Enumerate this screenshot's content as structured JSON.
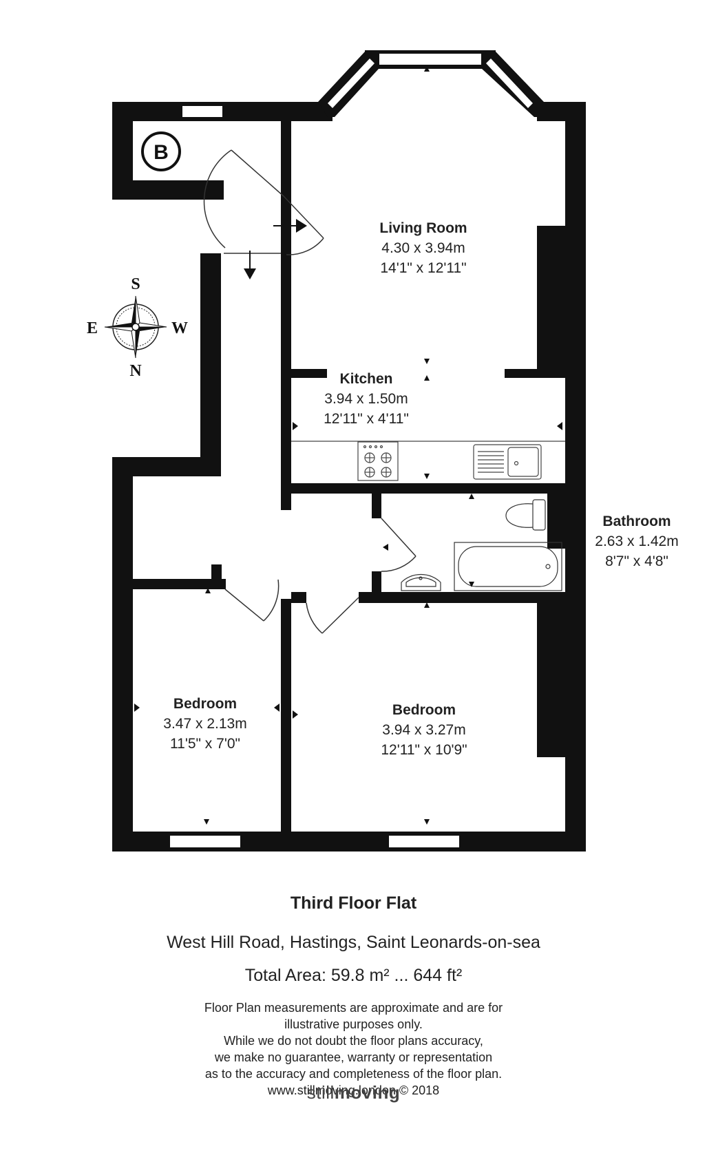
{
  "rooms": {
    "living": {
      "name": "Living Room",
      "metric": "4.30 x 3.94m",
      "imperial": "14'1\" x 12'11\""
    },
    "kitchen": {
      "name": "Kitchen",
      "metric": "3.94 x 1.50m",
      "imperial": "12'11\" x 4'11\""
    },
    "bathroom": {
      "name": "Bathroom",
      "metric": "2.63 x 1.42m",
      "imperial": "8'7\" x 4'8\""
    },
    "bedroom_left": {
      "name": "Bedroom",
      "metric": "3.47 x 2.13m",
      "imperial": "11'5\" x 7'0\""
    },
    "bedroom_right": {
      "name": "Bedroom",
      "metric": "3.94 x 3.27m",
      "imperial": "12'11\" x 10'9\""
    }
  },
  "boiler_symbol": "B",
  "compass": {
    "top": "S",
    "bottom": "N",
    "left": "E",
    "right": "W"
  },
  "footer": {
    "title": "Third Floor Flat",
    "address": "West Hill Road, Hastings, Saint Leonards-on-sea",
    "total_area": "Total Area: 59.8 m² ... 644 ft²",
    "disclaimer": [
      "Floor Plan measurements are approximate and are for",
      "illustrative purposes only.",
      "While we do not doubt the floor plans accuracy,",
      "we make no guarantee, warranty or representation",
      "as to the accuracy and completeness of the floor plan.",
      "www.stillmoving.london © 2018"
    ],
    "brand_a": "still",
    "brand_b": "moving"
  },
  "colors": {
    "wall": "#111111",
    "line": "#333333",
    "background": "#ffffff"
  }
}
